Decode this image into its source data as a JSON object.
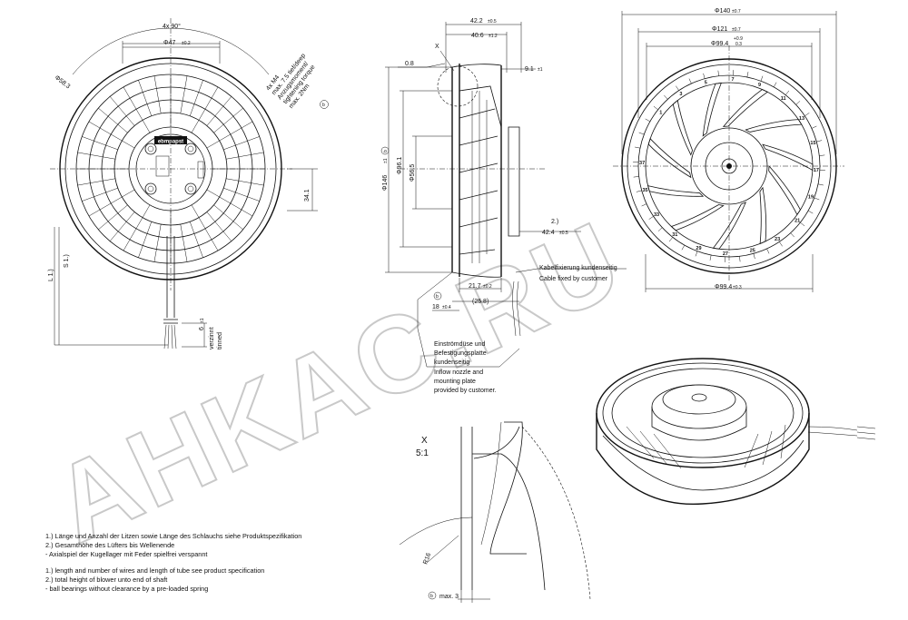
{
  "watermark": "AHKAC.RU",
  "front_view": {
    "dim_4x90": "4x 90°",
    "dim_phi47": "Φ47",
    "dim_phi47_tol": "±0.2",
    "dim_phi58": "Φ58.3",
    "dim_m4": "4x M4",
    "dim_m4_depth": "max. 7.5 tief/deep",
    "dim_torque_de": "Anzugsmoment/",
    "dim_torque_en": "tightening torque",
    "dim_torque_val": "max. 2Nm",
    "dim_torque_ref": "b",
    "dim_34": "34.1",
    "dim_L": "L 1.)",
    "dim_S": "S 1.)",
    "dim_6": "6",
    "dim_6_tol": "±1",
    "tinned_de": "verzinnt",
    "tinned_en": "tinned",
    "logo": "ebmpapst"
  },
  "side_view": {
    "dim_422": "42.2",
    "dim_422_tol": "±0.5",
    "dim_406": "40.6",
    "dim_406_tol": "±1.2",
    "dim_08": "0.8",
    "dim_91": "9.1",
    "dim_91_tol": "±1",
    "detail_x": "X",
    "dim_phi146": "Φ146",
    "dim_phi146_tol": "±1",
    "dim_phi146_ref": "b",
    "dim_phi961": "Φ96.1",
    "dim_phi565": "Φ56.5",
    "dim_2": "2.)",
    "dim_424": "42.4",
    "dim_424_tol": "±0.5",
    "dim_217": "21.7",
    "dim_217_tol": "±0.2",
    "dim_258": "(25.8)",
    "dim_18": "18",
    "dim_18_tol": "±0.4",
    "dim_18_ref": "b",
    "cable_de": "Kabelfixierung kundenseitig",
    "cable_en": "Cable fixed by customer",
    "nozzle_de_1": "Einströmdüse und",
    "nozzle_de_2": "Befestigungsplatte",
    "nozzle_de_3": "kundenseitig",
    "nozzle_en_1": "Inflow nozzle and",
    "nozzle_en_2": "mounting plate",
    "nozzle_en_3": "provided by customer."
  },
  "detail": {
    "label": "X",
    "scale": "5:1",
    "radius": "R16",
    "max_ref": "b",
    "max": "max. 3"
  },
  "rear_view": {
    "dim_phi140": "Φ140",
    "dim_phi140_tol": "±0.7",
    "dim_phi121": "Φ121",
    "dim_phi121_tol": "±0.7",
    "dim_phi994": "Φ99.4",
    "dim_phi994_tol_up": "+0.9",
    "dim_phi994_tol_dn": "0.3",
    "dim_bottom": "Φ99.4",
    "dim_bottom_tol": "±0.3",
    "scale_numbers": [
      "1",
      "3",
      "5",
      "7",
      "9",
      "11",
      "13",
      "15",
      "17",
      "19",
      "21",
      "23",
      "25",
      "27",
      "29",
      "31",
      "33",
      "35",
      "37"
    ]
  },
  "notes": {
    "de_1": "1.) Länge und Anzahl der Litzen sowie Länge des Schlauchs siehe Produktspezifikation",
    "de_2": "2.) Gesamthöhe des Lüfters bis Wellenende",
    "de_3": "  -  Axialspiel der Kugellager mit Feder spielfrei verspannt",
    "en_1": "1.) length and number of wires and length of tube see product specification",
    "en_2": "2.) total height of blower unto end of shaft",
    "en_3": "  -  ball bearings without clearance by a pre-loaded spring"
  }
}
